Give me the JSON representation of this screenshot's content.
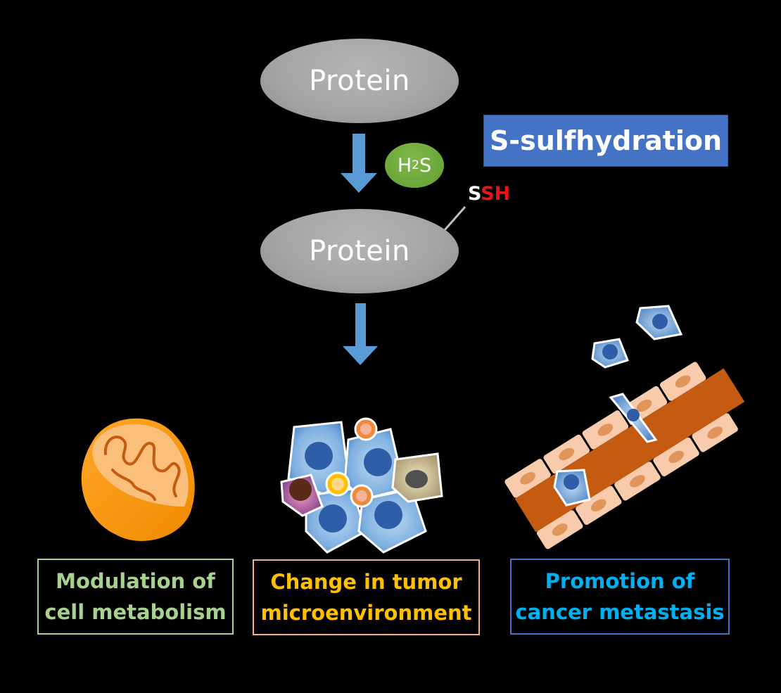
{
  "diagram": {
    "top_protein": {
      "label": "Protein"
    },
    "bottom_protein": {
      "label": "Protein"
    },
    "reagent": {
      "main": "H",
      "subscript": "2",
      "tail": "S"
    },
    "modification_title": "S-sulfhydration",
    "modification_group": {
      "first": "S",
      "rest": "SH"
    },
    "outcomes": [
      {
        "id": "metabolism",
        "line1": "Modulation of",
        "line2": "cell metabolism",
        "icon": "mitochondrion-icon",
        "color": "#a9d18e",
        "border": "#a9d18e"
      },
      {
        "id": "microenvironment",
        "line1": "Change in tumor",
        "line2": "microenvironment",
        "icon": "tumor-cells-icon",
        "color": "#ffc000",
        "border": "#f4b183"
      },
      {
        "id": "metastasis",
        "line1": "Promotion of",
        "line2": "cancer metastasis",
        "icon": "metastasis-vessel-icon",
        "color": "#00b0f0",
        "border": "#4472c4"
      }
    ],
    "colors": {
      "background": "#000000",
      "arrow": "#5b9bd5",
      "protein": "#a6a6a6",
      "h2s": "#70ad47",
      "badge": "#4472c4",
      "ssh_red": "#e8141b"
    }
  }
}
